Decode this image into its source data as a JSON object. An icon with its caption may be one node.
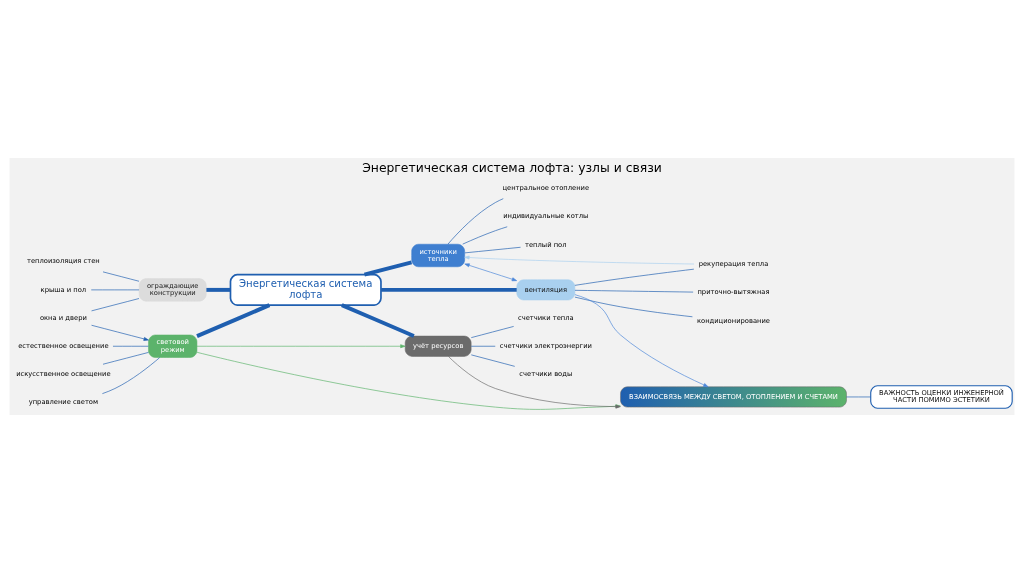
{
  "diagram": {
    "title": "Энергетическая система лофта: узлы и связи",
    "nodes": [
      {
        "text": [
          "Энергетическая система лофта"
        ]
      },
      {
        "text": [
          "ограждающие конструкции"
        ]
      },
      {
        "text": [
          "теплоизоляция стен"
        ]
      },
      {
        "text": [
          "окна и двери"
        ]
      },
      {
        "text": [
          "крыша и пол"
        ]
      },
      {
        "text": [
          "источники тепла"
        ]
      },
      {
        "text": [
          "центральное отопление"
        ]
      },
      {
        "text": [
          "индивидуальные котлы"
        ]
      },
      {
        "text": [
          "теплый пол"
        ]
      },
      {
        "text": [
          "световой режим"
        ]
      },
      {
        "text": [
          "естественное освещение"
        ]
      },
      {
        "text": [
          "искусственное освещение"
        ]
      },
      {
        "text": [
          "управление светом"
        ]
      },
      {
        "text": [
          "вентиляция"
        ]
      },
      {
        "text": [
          "приточно-вытяжная"
        ]
      },
      {
        "text": [
          "рекуперация тепла"
        ]
      },
      {
        "text": [
          "кондиционирование"
        ]
      },
      {
        "text": [
          "учёт ресурсов"
        ]
      },
      {
        "text": [
          "счетчики тепла"
        ]
      },
      {
        "text": [
          "счетчики электроэнергии"
        ]
      },
      {
        "text": [
          "счетчики воды"
        ]
      },
      {
        "text": [
          "ВЗАИМОСВЯЗЬ МЕЖДУ СВЕТОМ, ОТОПЛЕНИЕМ И СЧЕТАМИ"
        ]
      },
      {
        "text": [
          "ВАЖНОСТЬ ОЦЕНКИ ИНЖЕНЕРНОЙ ЧАСТИ ПОМИМО ЭСТЕТИКИ"
        ]
      }
    ],
    "edges": [
      {
        "from": 1,
        "to": 0,
        "arrow": "none",
        "style": "thick"
      },
      {
        "from": 0,
        "to": 5,
        "arrow": "none",
        "style": "thick"
      },
      {
        "from": 9,
        "to": 0,
        "arrow": "none",
        "style": "thick"
      },
      {
        "from": 0,
        "to": 13,
        "arrow": "none",
        "style": "thick"
      },
      {
        "from": 0,
        "to": 17,
        "arrow": "none",
        "style": "thick"
      },
      {
        "from": 2,
        "to": 1,
        "arrow": "none"
      },
      {
        "from": 3,
        "to": 1,
        "arrow": "none"
      },
      {
        "from": 4,
        "to": 1,
        "arrow": "none"
      },
      {
        "from": 3,
        "to": 9,
        "arrow": "to"
      },
      {
        "from": 5,
        "to": 6,
        "arrow": "none"
      },
      {
        "from": 5,
        "to": 7,
        "arrow": "none"
      },
      {
        "from": 5,
        "to": 8,
        "arrow": "none"
      },
      {
        "from": 10,
        "to": 9,
        "arrow": "none"
      },
      {
        "from": 11,
        "to": 9,
        "arrow": "none"
      },
      {
        "from": 12,
        "to": 9,
        "arrow": "none"
      },
      {
        "from": 5,
        "to": 13,
        "arrow": "both",
        "color": "#4a86d8"
      },
      {
        "from": 13,
        "to": 14,
        "arrow": "none"
      },
      {
        "from": 13,
        "to": 15,
        "arrow": "none"
      },
      {
        "from": 13,
        "to": 16,
        "arrow": "none"
      },
      {
        "from": 15,
        "to": 5,
        "arrow": "to",
        "color": "#a9d0ef"
      },
      {
        "from": 9,
        "to": 17,
        "arrow": "to",
        "color": "#5cb36b"
      },
      {
        "from": 17,
        "to": 18,
        "arrow": "none"
      },
      {
        "from": 17,
        "to": 19,
        "arrow": "none"
      },
      {
        "from": 17,
        "to": 20,
        "arrow": "none"
      },
      {
        "from": 9,
        "to": 21,
        "arrow": "to",
        "color": "#5cb36b"
      },
      {
        "from": 17,
        "to": 21,
        "arrow": "to",
        "color": "#6b6b6b"
      },
      {
        "from": 13,
        "to": 21,
        "arrow": "to",
        "color": "#4a86d8"
      },
      {
        "from": 21,
        "to": 22,
        "arrow": "none",
        "color": "#1f5fb0"
      }
    ]
  }
}
